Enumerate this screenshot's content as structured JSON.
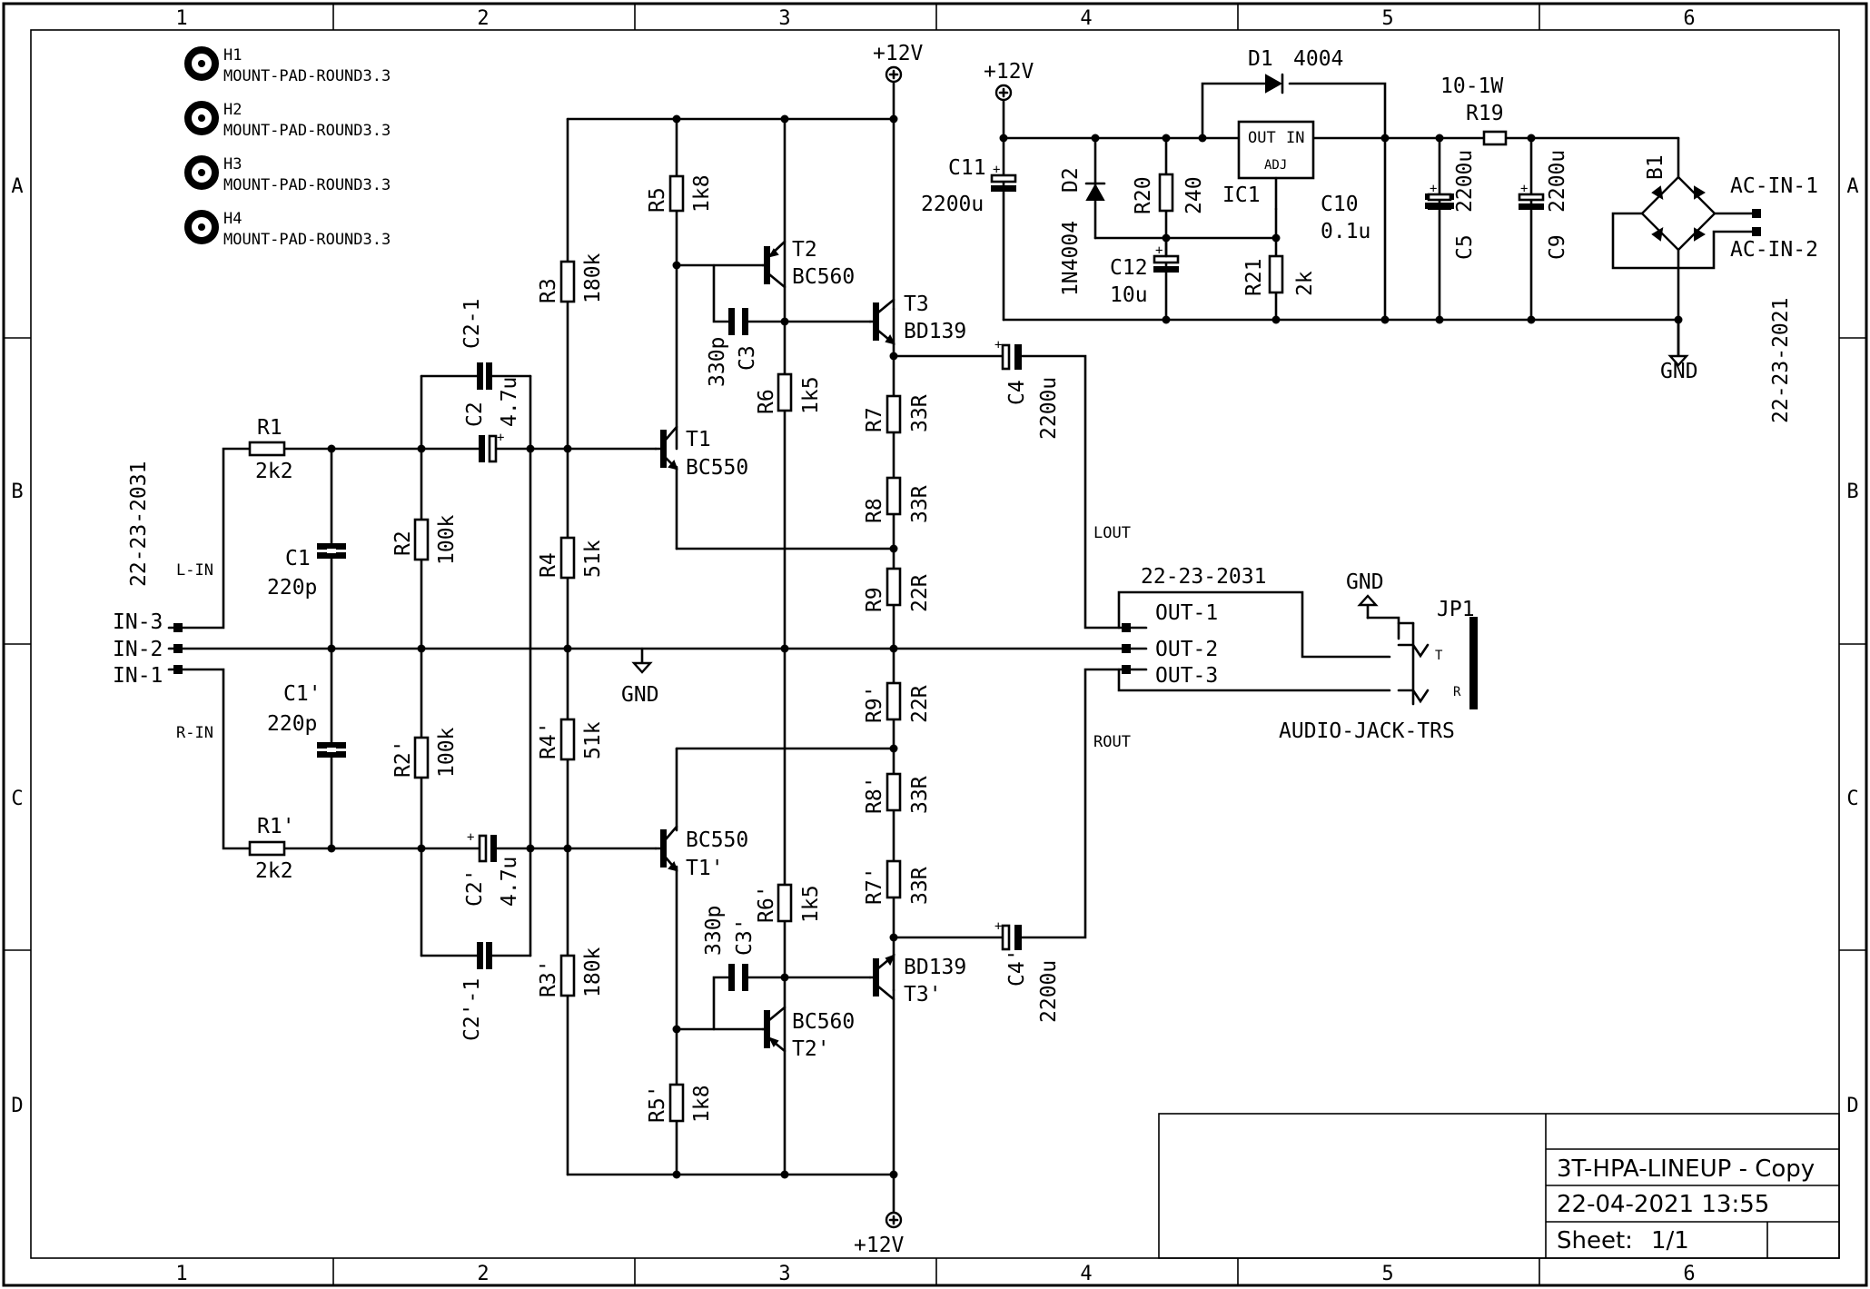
{
  "title_block": {
    "title": "3T-HPA-LINEUP - Copy",
    "date": "22-04-2021 13:55",
    "sheet_label": "Sheet:",
    "sheet_value": "1/1"
  },
  "grid": {
    "columns": [
      "1",
      "2",
      "3",
      "4",
      "5",
      "6"
    ],
    "rows": [
      "A",
      "B",
      "C",
      "D"
    ]
  },
  "mount_pads": [
    {
      "ref": "H1",
      "value": "MOUNT-PAD-ROUND3.3"
    },
    {
      "ref": "H2",
      "value": "MOUNT-PAD-ROUND3.3"
    },
    {
      "ref": "H3",
      "value": "MOUNT-PAD-ROUND3.3"
    },
    {
      "ref": "H4",
      "value": "MOUNT-PAD-ROUND3.3"
    }
  ],
  "nets": {
    "vcc": "+12V",
    "gnd": "GND",
    "lin": "L-IN",
    "rin": "R-IN",
    "lout": "LOUT",
    "rout": "ROUT"
  },
  "connectors": {
    "input_part": "22-23-2031",
    "in3": "IN-3",
    "in2": "IN-2",
    "in1": "IN-1",
    "output_part": "22-23-2031",
    "out1": "OUT-1",
    "out2": "OUT-2",
    "out3": "OUT-3",
    "ac_part": "22-23-2021",
    "ac1": "AC-IN-1",
    "ac2": "AC-IN-2",
    "jack_ref": "JP1",
    "jack_value": "AUDIO-JACK-TRS",
    "jack_t": "T",
    "jack_r": "R"
  },
  "components": {
    "R1": {
      "ref": "R1",
      "value": "2k2"
    },
    "R1p": {
      "ref": "R1'",
      "value": "2k2"
    },
    "C1": {
      "ref": "C1",
      "value": "220p"
    },
    "C1p": {
      "ref": "C1'",
      "value": "220p"
    },
    "R2": {
      "ref": "R2",
      "value": "100k"
    },
    "R2p": {
      "ref": "R2'",
      "value": "100k"
    },
    "C2": {
      "ref": "C2",
      "value": "4.7u"
    },
    "C2p": {
      "ref": "C2'",
      "value": "4.7u"
    },
    "C21": {
      "ref": "C2-1"
    },
    "C21p": {
      "ref": "C2'-1"
    },
    "R3": {
      "ref": "R3",
      "value": "180k"
    },
    "R3p": {
      "ref": "R3'",
      "value": "180k"
    },
    "R4": {
      "ref": "R4",
      "value": "51k"
    },
    "R4p": {
      "ref": "R4'",
      "value": "51k"
    },
    "R5": {
      "ref": "R5",
      "value": "1k8"
    },
    "R5p": {
      "ref": "R5'",
      "value": "1k8"
    },
    "R6": {
      "ref": "R6",
      "value": "1k5"
    },
    "R6p": {
      "ref": "R6'",
      "value": "1k5"
    },
    "C3": {
      "ref": "C3",
      "value": "330p"
    },
    "C3p": {
      "ref": "C3'",
      "value": "330p"
    },
    "T1": {
      "ref": "T1",
      "value": "BC550"
    },
    "T1p": {
      "ref": "T1'",
      "value": "BC550"
    },
    "T2": {
      "ref": "T2",
      "value": "BC560"
    },
    "T2p": {
      "ref": "T2'",
      "value": "BC560"
    },
    "T3": {
      "ref": "T3",
      "value": "BD139"
    },
    "T3p": {
      "ref": "T3'",
      "value": "BD139"
    },
    "R7": {
      "ref": "R7",
      "value": "33R"
    },
    "R7p": {
      "ref": "R7'",
      "value": "33R"
    },
    "R8": {
      "ref": "R8",
      "value": "33R"
    },
    "R8p": {
      "ref": "R8'",
      "value": "33R"
    },
    "R9": {
      "ref": "R9",
      "value": "22R"
    },
    "R9p": {
      "ref": "R9'",
      "value": "22R"
    },
    "C4": {
      "ref": "C4",
      "value": "2200u"
    },
    "C4p": {
      "ref": "C4'",
      "value": "2200u"
    },
    "C11": {
      "ref": "C11",
      "value": "2200u"
    },
    "D2": {
      "ref": "D2",
      "value": "1N4004"
    },
    "D1": {
      "ref": "D1",
      "value": "4004"
    },
    "R20": {
      "ref": "R20",
      "value": "240"
    },
    "C12": {
      "ref": "C12",
      "value": "10u"
    },
    "IC1": {
      "ref": "IC1",
      "out": "OUT",
      "in": "IN",
      "adj": "ADJ"
    },
    "R21": {
      "ref": "R21",
      "value": "2k"
    },
    "C10": {
      "ref": "C10",
      "value": "0.1u"
    },
    "R19": {
      "ref": "R19",
      "value": "10-1W"
    },
    "C5": {
      "ref": "C5",
      "value": "2200u"
    },
    "C9": {
      "ref": "C9",
      "value": "2200u"
    },
    "B1": {
      "ref": "B1"
    }
  }
}
